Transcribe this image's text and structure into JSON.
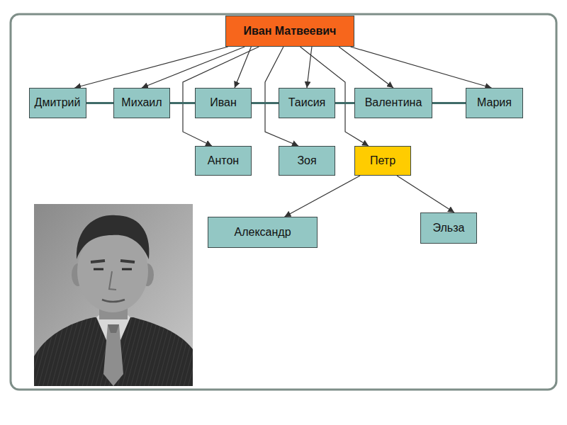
{
  "diagram": {
    "nodes": [
      {
        "text": [
          "Иван Матвеевич"
        ]
      },
      {
        "text": [
          "Дмитрий"
        ]
      },
      {
        "text": [
          "Михаил"
        ]
      },
      {
        "text": [
          "Иван"
        ]
      },
      {
        "text": [
          "Таисия"
        ]
      },
      {
        "text": [
          "Валентина"
        ]
      },
      {
        "text": [
          "Мария"
        ]
      },
      {
        "text": [
          "Антон"
        ]
      },
      {
        "text": [
          "Зоя"
        ]
      },
      {
        "text": [
          "Петр"
        ]
      },
      {
        "text": [
          "Александр"
        ]
      },
      {
        "text": [
          "Эльза"
        ]
      }
    ],
    "edges": [
      {
        "from": 0,
        "to": 1,
        "arrow": "to"
      },
      {
        "from": 0,
        "to": 2,
        "arrow": "to"
      },
      {
        "from": 0,
        "to": 3,
        "arrow": "to"
      },
      {
        "from": 0,
        "to": 4,
        "arrow": "to"
      },
      {
        "from": 0,
        "to": 5,
        "arrow": "to"
      },
      {
        "from": 0,
        "to": 6,
        "arrow": "to"
      },
      {
        "from": 0,
        "to": 7,
        "arrow": "to"
      },
      {
        "from": 0,
        "to": 8,
        "arrow": "to"
      },
      {
        "from": 0,
        "to": 9,
        "arrow": "to"
      },
      {
        "from": 9,
        "to": 10,
        "arrow": "to"
      },
      {
        "from": 9,
        "to": 11,
        "arrow": "to"
      },
      {
        "from": 1,
        "to": 2,
        "arrow": "none"
      },
      {
        "from": 2,
        "to": 3,
        "arrow": "none"
      },
      {
        "from": 3,
        "to": 4,
        "arrow": "none"
      },
      {
        "from": 4,
        "to": 5,
        "arrow": "none"
      },
      {
        "from": 5,
        "to": 6,
        "arrow": "none"
      }
    ]
  }
}
